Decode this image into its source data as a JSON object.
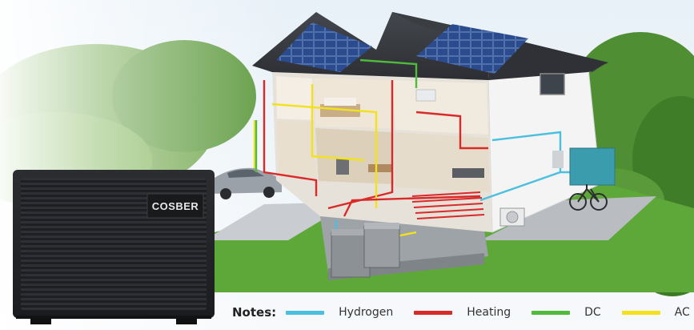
{
  "brand": {
    "logo_text": "COSBER"
  },
  "legend": {
    "title": "Notes:",
    "items": [
      {
        "label": "Hydrogen",
        "color": "#4bbfe0"
      },
      {
        "label": "Heating",
        "color": "#d92a2a"
      },
      {
        "label": "DC",
        "color": "#4fba3c"
      },
      {
        "label": "AC",
        "color": "#f2e21e"
      }
    ]
  },
  "colors": {
    "sky": "#eef4f9",
    "grass": "#5ea83a",
    "roof": "#3b3e44",
    "wall": "#f2f3f2",
    "heat_pump_body": "#232528"
  }
}
